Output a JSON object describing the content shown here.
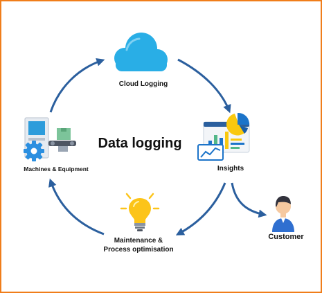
{
  "title": "Data logging",
  "nodes": {
    "cloud": {
      "label": "Cloud Logging"
    },
    "insights": {
      "label": "Insights"
    },
    "machines": {
      "label": "Machines & Equipment"
    },
    "maintenance": {
      "label_line1": "Maintenance &",
      "label_line2": "Process optimisation"
    },
    "customer": {
      "label": "Customer"
    }
  },
  "colors": {
    "frame": "#f07d1a",
    "arrow": "#2b5f9e",
    "cloud": "#29aee6",
    "gear": "#2b8fe0",
    "bulb": "#fcc419",
    "chart_blue": "#1c74c9",
    "chart_yellow": "#f9c80e",
    "chart_green": "#52b788",
    "person_shirt": "#2f6fd0",
    "person_hair": "#32323c",
    "person_skin": "#f6c9a0"
  }
}
